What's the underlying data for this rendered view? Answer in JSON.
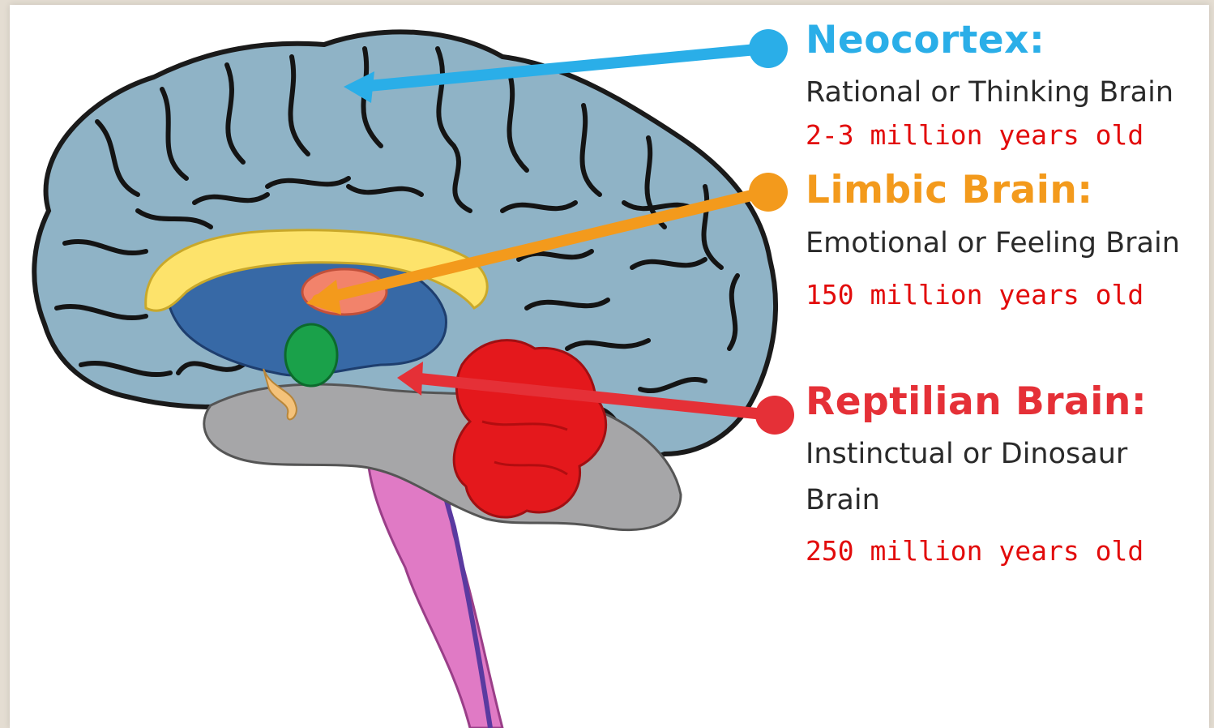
{
  "colors": {
    "neocortex": "#2aaee8",
    "limbic": "#f39a1c",
    "reptilian": "#e53037",
    "age_text": "#e20b0b",
    "cortex_fill": "#8fb3c6",
    "brainstem_fill": "#e07ac5",
    "cerebellum_fill": "#e4181c",
    "amygdala_fill": "#1aa14a",
    "corpus_callosum_fill": "#fde36b"
  },
  "labels": {
    "neocortex": {
      "title": "Neocortex:",
      "description": "Rational or Thinking Brain",
      "age": "2-3 million years old"
    },
    "limbic": {
      "title": "Limbic Brain:",
      "description": "Emotional or Feeling Brain",
      "age": "150 million years old"
    },
    "reptilian": {
      "title": "Reptilian Brain:",
      "description_line1": "Instinctual or Dinosaur",
      "description_line2": "Brain",
      "age": "250 million years old"
    }
  }
}
